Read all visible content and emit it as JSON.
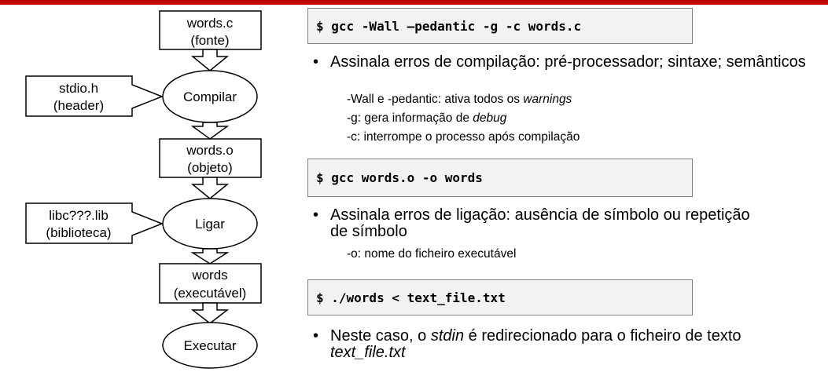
{
  "flowchart": {
    "source_file": {
      "name": "words.c",
      "role": "(fonte)"
    },
    "header_file": {
      "name": "stdio.h",
      "role": "(header)"
    },
    "compile_step": "Compilar",
    "object_file": {
      "name": "words.o",
      "role": "(objeto)"
    },
    "library_file": {
      "name": "libc???.lib",
      "role": "(biblioteca)"
    },
    "link_step": "Ligar",
    "executable_file": {
      "name": "words",
      "role": "(executável)"
    },
    "run_step": "Executar"
  },
  "commands": [
    "$ gcc -Wall –pedantic -g -c words.c",
    "$ gcc words.o -o words",
    "$ ./words < text_file.txt"
  ],
  "notes": {
    "compile": {
      "bullet": "Assinala erros de compilação: pré-processador; sintaxe; semânticos",
      "flag_wall_pedantic": {
        "text": "-Wall e -pedantic: ativa todos os ",
        "em": "warnings"
      },
      "flag_g": {
        "text": "-g: gera informação de ",
        "em": "debug"
      },
      "flag_c": "-c: interrompe o processo após compilação"
    },
    "link": {
      "bullet": "Assinala erros de ligação: ausência de símbolo ou repetição de símbolo",
      "flag_o": "-o: nome do ficheiro executável"
    },
    "run": {
      "pre": "Neste caso, o ",
      "em1": "stdin",
      "mid": " é redirecionado para o ficheiro de texto ",
      "em2": "text_file.txt"
    }
  },
  "bullet_symbol": "•",
  "colors": {
    "accent_bar": "#c00000",
    "command_bg": "#f2f2f2"
  }
}
